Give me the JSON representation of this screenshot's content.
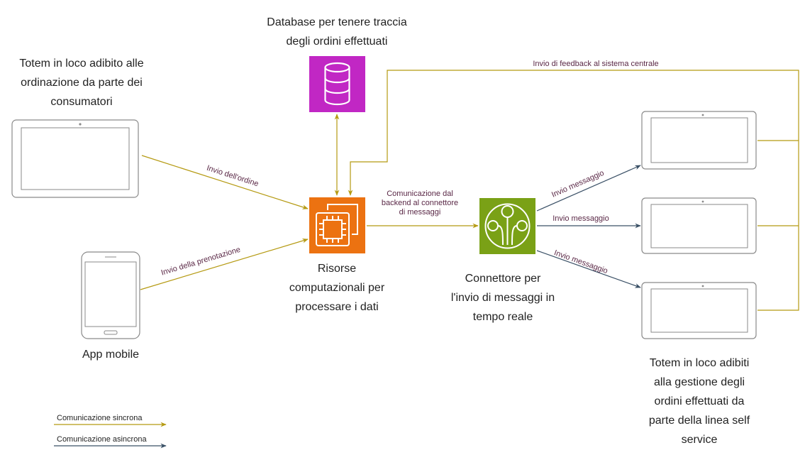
{
  "colors": {
    "sync": "#b59a12",
    "async": "#3a5066",
    "database": "#c127c4",
    "compute": "#ec7211",
    "connector": "#7aa116",
    "device_stroke": "#8a8a8a",
    "edge_label": "#5a2846"
  },
  "icons": {
    "database": "database-icon",
    "compute": "cpu-chip-icon",
    "connector": "message-connector-icon",
    "tablet": "tablet-icon",
    "phone": "smartphone-icon"
  },
  "nodes": {
    "totem_left": {
      "label": [
        "Totem in loco adibito alle",
        "ordinazione da parte dei",
        "consumatori"
      ]
    },
    "app_mobile": {
      "label": [
        "App mobile"
      ]
    },
    "database": {
      "label": [
        "Database  per tenere traccia",
        "degli ordini effettuati"
      ]
    },
    "compute": {
      "label": [
        "Risorse",
        "computazionali per",
        "processare i dati"
      ]
    },
    "connector": {
      "label": [
        "Connettore per",
        "l'invio di messaggi in",
        "tempo reale"
      ]
    },
    "totems_right": {
      "label": [
        "Totem in loco adibiti",
        "alla gestione degli",
        "ordini effettuati da",
        "parte della linea self",
        "service"
      ]
    }
  },
  "edges": {
    "order": "Invio dell'ordine",
    "booking": "Invio della prenotazione",
    "backend_to_connector": [
      "Comunicazione dal",
      "backend al connettore",
      "di messaggi"
    ],
    "msg_1": "Invio messaggio",
    "msg_2": "Invio messaggio",
    "msg_3": "Invio messaggio",
    "feedback": "Invio di feedback al sistema centrale"
  },
  "legend": {
    "sync": "Comunicazione sincrona",
    "async": "Comunicazione asincrona"
  }
}
